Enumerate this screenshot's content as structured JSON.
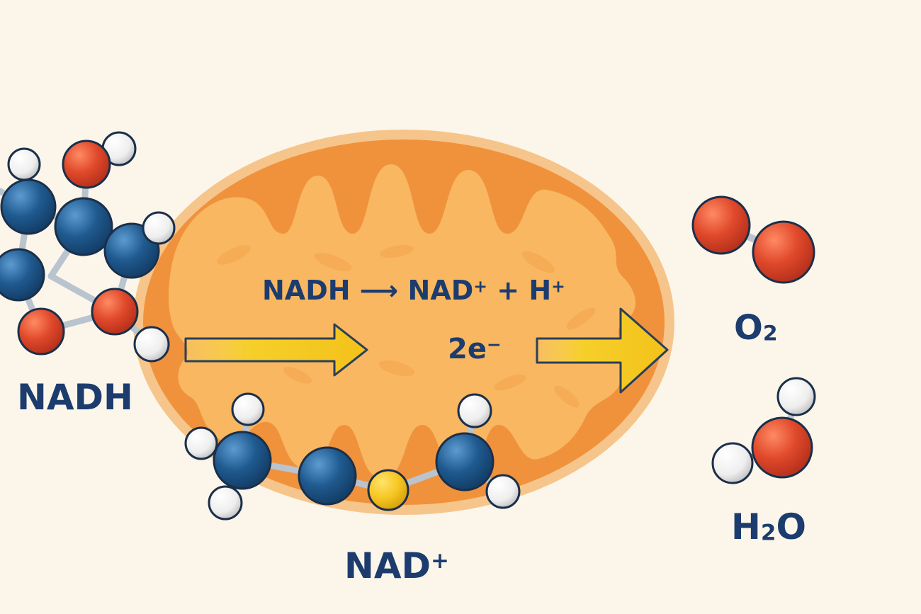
{
  "reaction": {
    "reactant": "NADH",
    "arrow": "⟶",
    "product_main": "NAD",
    "product_main_charge": "+",
    "plus": "+",
    "proton": "H",
    "proton_charge": "+"
  },
  "electrons": {
    "coefficient": "2",
    "symbol": "e",
    "charge": "−"
  },
  "molecules": {
    "nadh_label": "NADH",
    "nad_label": "NAD",
    "nad_charge": "+",
    "o2_symbol": "O",
    "o2_subscript": "2",
    "h2o_h": "H",
    "h2o_subscript": "2",
    "h2o_o": "O"
  },
  "colors": {
    "background": "#fcf6ea",
    "mito_outer": "#f0923c",
    "mito_inner": "#f8b760",
    "label_text": "#1d3c6e",
    "carbon_atom": "#1f5a8f",
    "oxygen_atom": "#e0492b",
    "hydrogen_atom": "#f4f4f4",
    "electron_arrow": "#f6c521"
  },
  "icons": [
    "mitochondrion-icon",
    "electron-flow-arrow-icon",
    "molecule-icon"
  ]
}
